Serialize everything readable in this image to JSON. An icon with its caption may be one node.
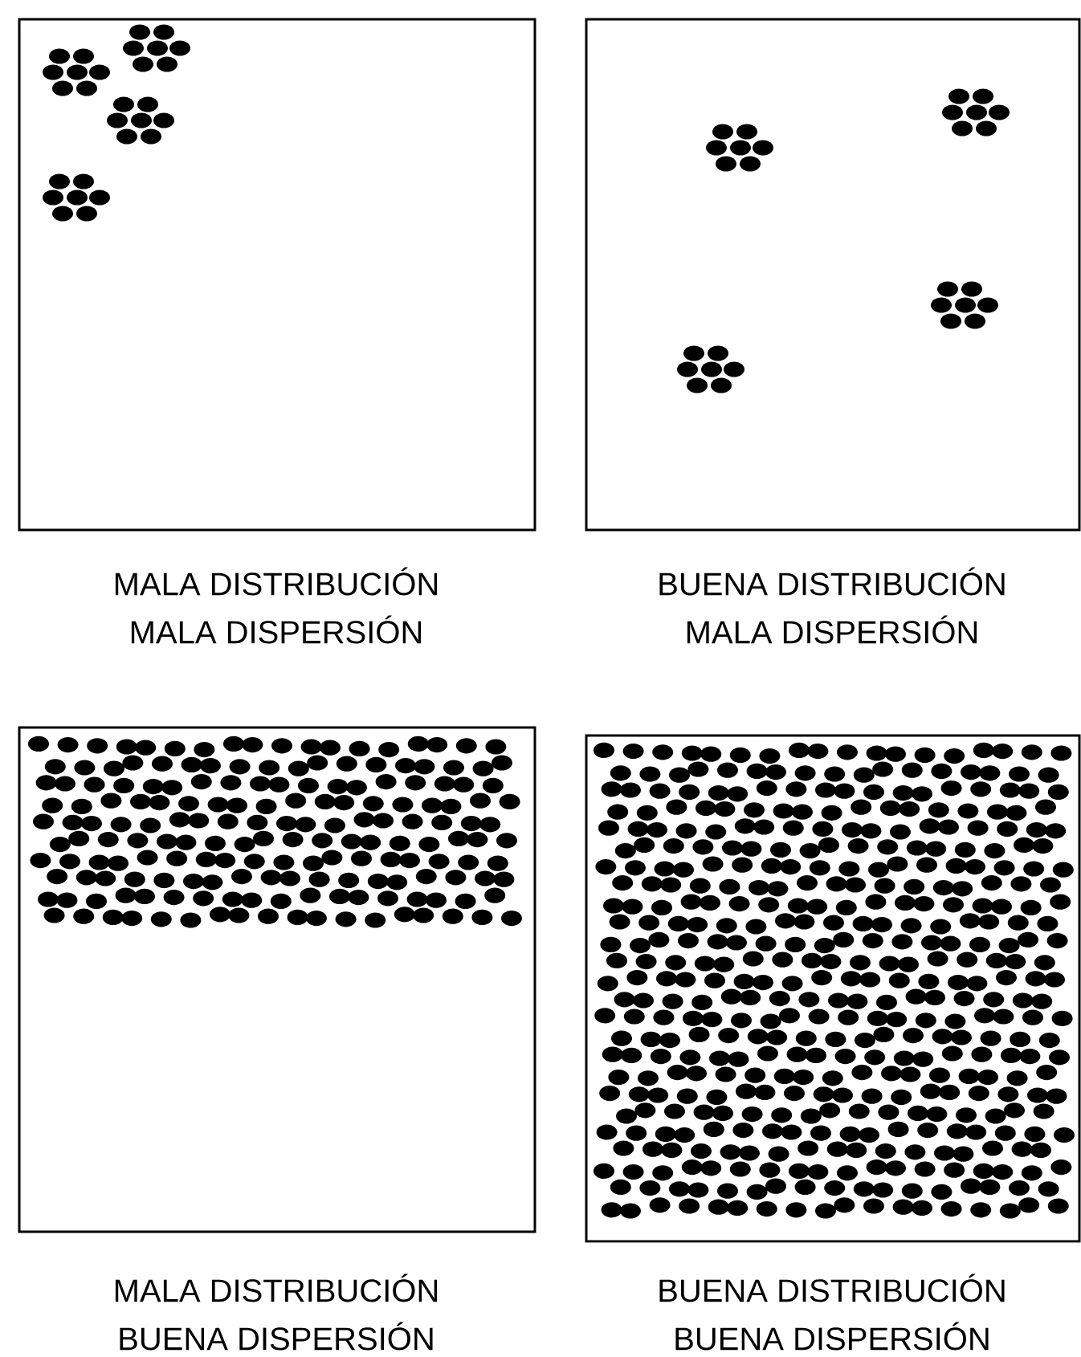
{
  "diagram": {
    "nodes": [
      {
        "text": [
          "MALA DISTRIBUCIÓN",
          "MALA DISPERSIÓN"
        ]
      },
      {
        "text": [
          "BUENA DISTRIBUCIÓN",
          "MALA DISPERSIÓN"
        ]
      },
      {
        "text": [
          "MALA DISTRIBUCIÓN",
          "BUENA DISPERSIÓN"
        ]
      },
      {
        "text": [
          "BUENA DISTRIBUCIÓN",
          "BUENA DISPERSIÓN"
        ]
      }
    ]
  }
}
